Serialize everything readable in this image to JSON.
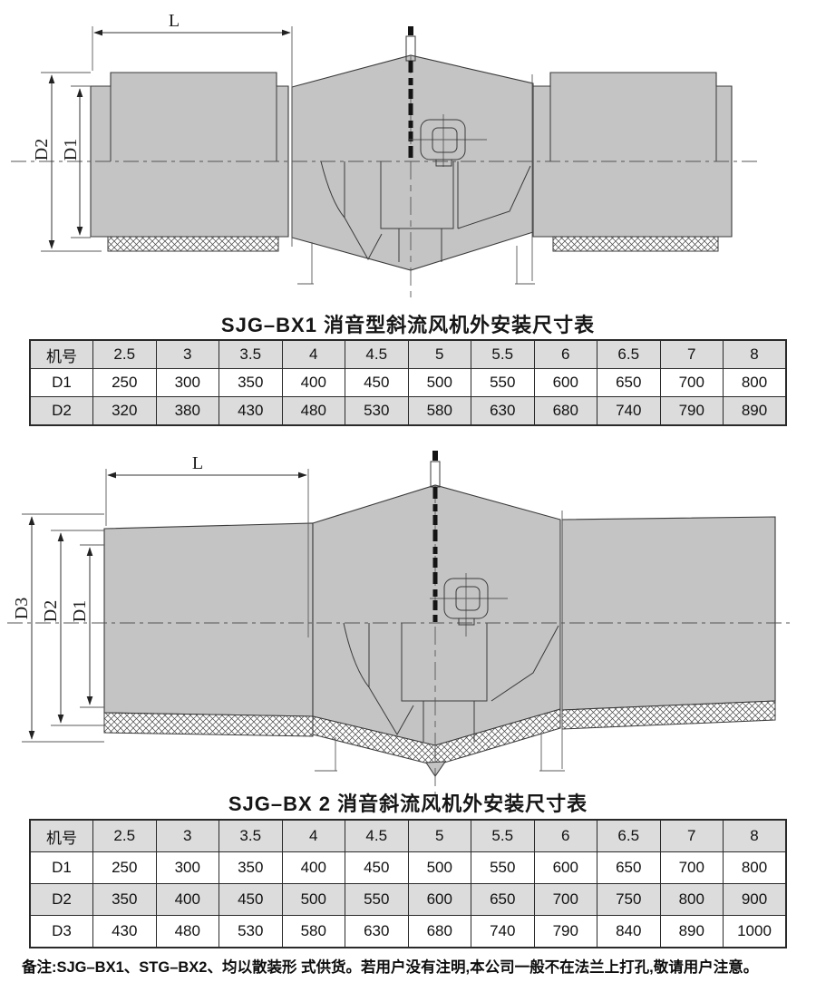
{
  "diagram1": {
    "title": "SJG–BX1 消音型斜流风机外安装尺寸表",
    "labels": {
      "length": "L",
      "d1": "D1",
      "d2": "D2"
    }
  },
  "diagram2": {
    "title": "SJG–BX 2 消音斜流风机外安装尺寸表",
    "labels": {
      "length": "L",
      "d1": "D1",
      "d2": "D2",
      "d3": "D3"
    }
  },
  "table1": {
    "header": [
      "机号",
      "2.5",
      "3",
      "3.5",
      "4",
      "4.5",
      "5",
      "5.5",
      "6",
      "6.5",
      "7",
      "8"
    ],
    "rows": [
      [
        "D1",
        "250",
        "300",
        "350",
        "400",
        "450",
        "500",
        "550",
        "600",
        "650",
        "700",
        "800"
      ],
      [
        "D2",
        "320",
        "380",
        "430",
        "480",
        "530",
        "580",
        "630",
        "680",
        "740",
        "790",
        "890"
      ]
    ]
  },
  "table2": {
    "header": [
      "机号",
      "2.5",
      "3",
      "3.5",
      "4",
      "4.5",
      "5",
      "5.5",
      "6",
      "6.5",
      "7",
      "8"
    ],
    "rows": [
      [
        "D1",
        "250",
        "300",
        "350",
        "400",
        "450",
        "500",
        "550",
        "600",
        "650",
        "700",
        "800"
      ],
      [
        "D2",
        "350",
        "400",
        "450",
        "500",
        "550",
        "600",
        "650",
        "700",
        "750",
        "800",
        "900"
      ],
      [
        "D3",
        "430",
        "480",
        "530",
        "580",
        "630",
        "680",
        "740",
        "790",
        "840",
        "890",
        "1000"
      ]
    ]
  },
  "note": "备注:SJG–BX1、STG–BX2、均以散装形 式供货。若用户没有注明,本公司一般不在法兰上打孔,敬请用户注意。",
  "colors": {
    "body_fill": "#c4c4c4",
    "line": "#3a3a3a",
    "table_stripe": "#dcdcdc",
    "background": "#ffffff"
  }
}
